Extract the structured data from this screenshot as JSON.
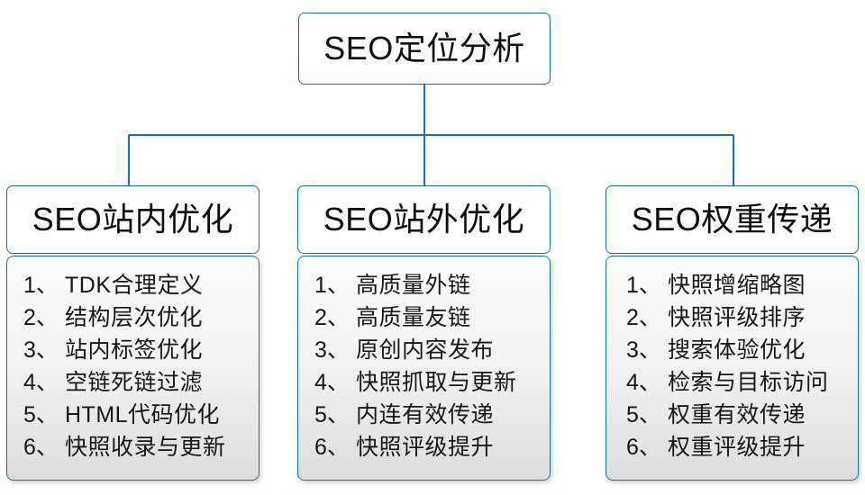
{
  "diagram": {
    "type": "organization-tree",
    "accent_color": "#1670b8",
    "text_color": "#171717",
    "root": {
      "label": "SEO定位分析"
    },
    "branches": [
      {
        "id": "seo-onsite",
        "header": "SEO站内优化",
        "items": [
          {
            "index": "1、",
            "text": "TDK合理定义"
          },
          {
            "index": "2、",
            "text": "结构层次优化"
          },
          {
            "index": "3、",
            "text": "站内标签优化"
          },
          {
            "index": "4、",
            "text": "空链死链过滤"
          },
          {
            "index": "5、",
            "text": "HTML代码优化"
          },
          {
            "index": "6、",
            "text": "快照收录与更新"
          }
        ]
      },
      {
        "id": "seo-offsite",
        "header": "SEO站外优化",
        "items": [
          {
            "index": "1、",
            "text": "高质量外链"
          },
          {
            "index": "2、",
            "text": "高质量友链"
          },
          {
            "index": "3、",
            "text": "原创内容发布"
          },
          {
            "index": "4、",
            "text": "快照抓取与更新"
          },
          {
            "index": "5、",
            "text": "内连有效传递"
          },
          {
            "index": "6、",
            "text": "快照评级提升"
          }
        ]
      },
      {
        "id": "seo-weight-transfer",
        "header": "SEO权重传递",
        "items": [
          {
            "index": "1、",
            "text": "快照增缩略图"
          },
          {
            "index": "2、",
            "text": "快照评级排序"
          },
          {
            "index": "3、",
            "text": "搜索体验优化"
          },
          {
            "index": "4、",
            "text": "检索与目标访问"
          },
          {
            "index": "5、",
            "text": "权重有效传递"
          },
          {
            "index": "6、",
            "text": "权重评级提升"
          }
        ]
      }
    ]
  }
}
